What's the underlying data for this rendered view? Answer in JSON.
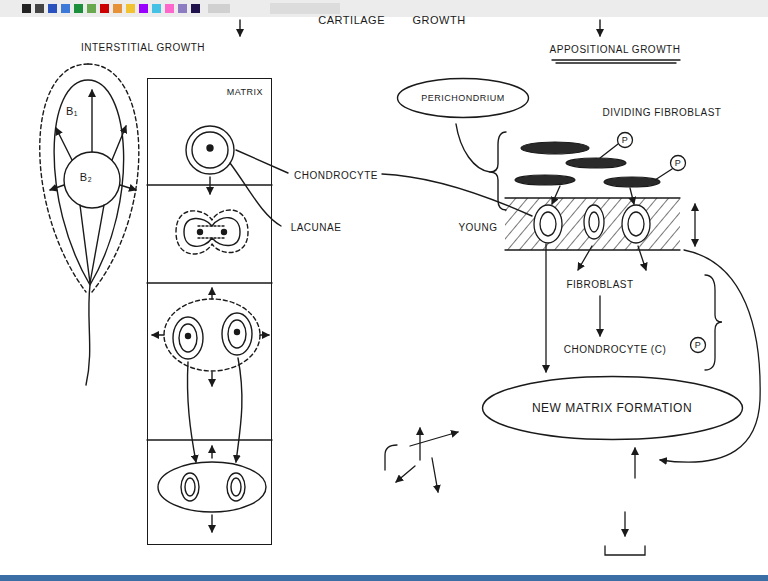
{
  "diagram": {
    "title": "CARTILAGE GROWTH",
    "nodes": [
      {
        "text": [
          "MATRIX"
        ]
      },
      {
        "text": [
          "PERICHONDRIUM"
        ]
      },
      {
        "text": [
          "NEW MATRIX FORMATION"
        ]
      }
    ],
    "labels": [
      "INTERSTITIAL GROWTH",
      "APPOSITIONAL GROWTH",
      "CHONDROCYTE",
      "LACUNAE",
      "B₁",
      "B₂",
      "DIVIDING FIBROBLAST",
      "P",
      "P",
      "YOUNG",
      "FIBROBLAST",
      "CHONDROCYTE (C)",
      "P"
    ]
  }
}
